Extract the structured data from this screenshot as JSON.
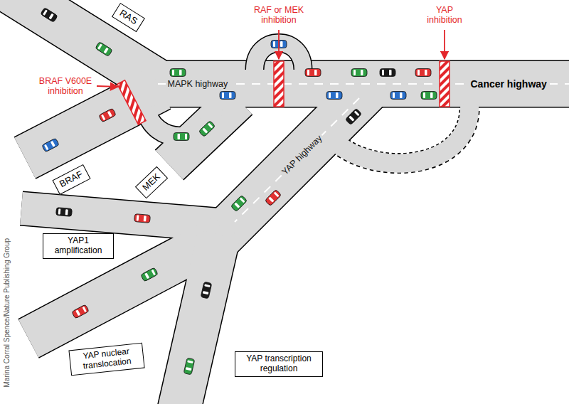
{
  "diagram": {
    "nodes": [
      {
        "text": [
          "RAS"
        ]
      },
      {
        "text": [
          "BRAF"
        ]
      },
      {
        "text": [
          "MEK"
        ]
      },
      {
        "text": [
          "YAP1 amplification"
        ]
      },
      {
        "text": [
          "YAP nuclear translocation"
        ]
      },
      {
        "text": [
          "YAP transcription regulation"
        ]
      }
    ],
    "labels": [
      "BRAF V600E inhibition",
      "RAF or MEK inhibition",
      "YAP inhibition",
      "MAPK highway",
      "YAP highway",
      "Cancer highway",
      "Marina Corral Spence/Nature Publishing Group"
    ]
  }
}
